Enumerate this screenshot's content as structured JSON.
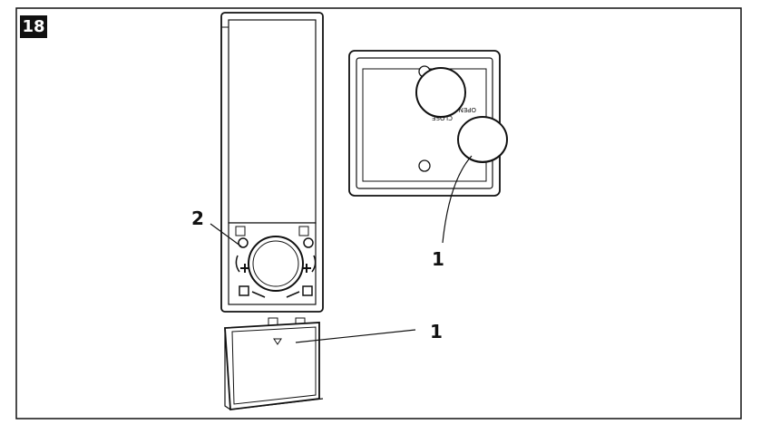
{
  "figure": {
    "number": "18",
    "callouts": {
      "label_2": "2",
      "label_1_top": "1",
      "label_1_bottom": "1"
    },
    "backplate_text": {
      "close": "CLOSE",
      "open": "OPEN"
    },
    "stroke_color": "#111111",
    "fill_color": "#ffffff"
  }
}
